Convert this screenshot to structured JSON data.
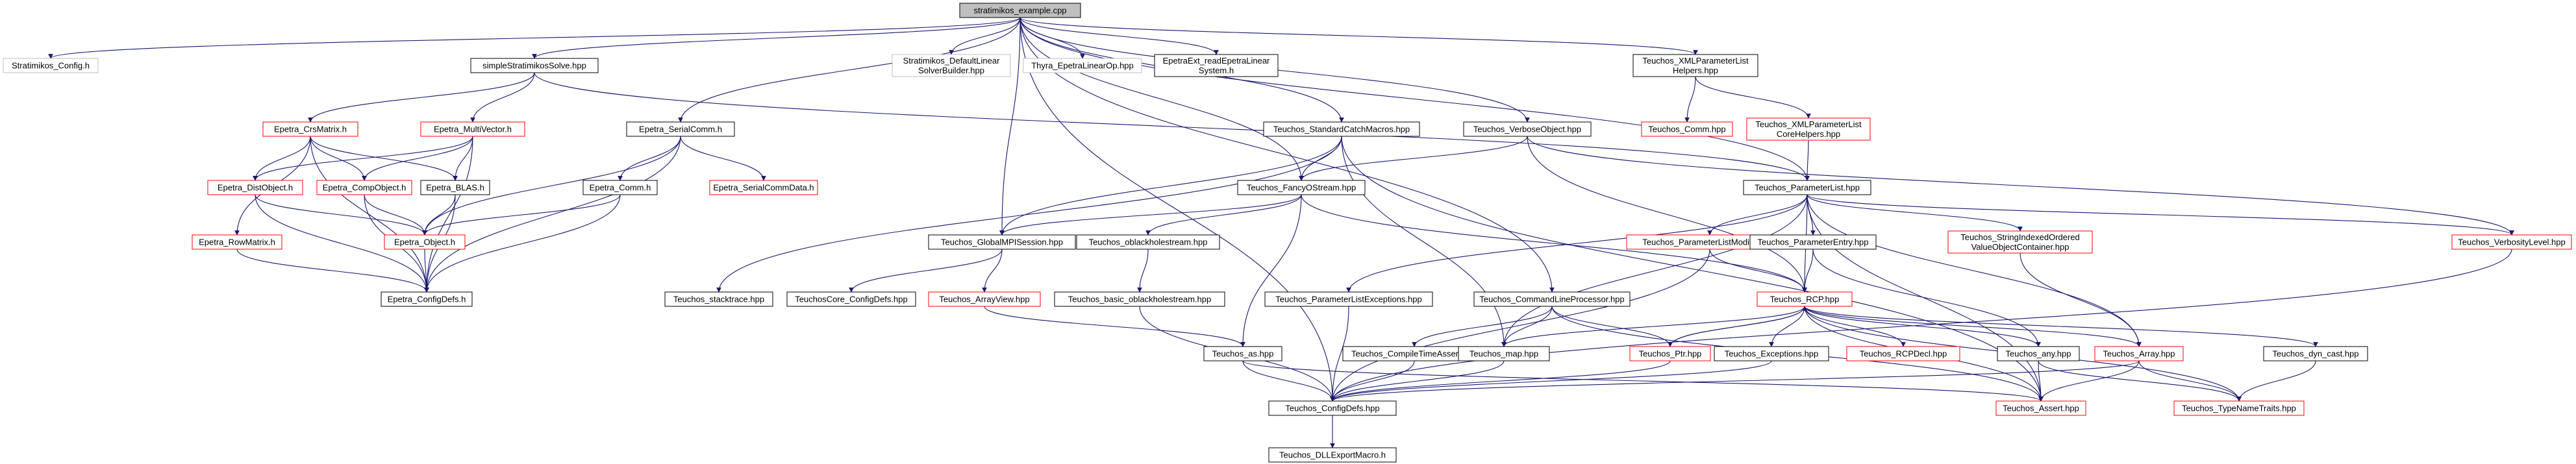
{
  "colors": {
    "default_border": "#000000",
    "truncated_border": "#ff0000",
    "external_border": "#bfbfbf",
    "root_fill": "#bfbfbf",
    "edge_direct": "#191970",
    "edge_indirect": "#8b1a1a"
  },
  "nodes": {
    "n_root": {
      "lines": [
        "stratimikos_example.cpp"
      ]
    },
    "n_strat_config": {
      "lines": [
        "Stratimikos_Config.h"
      ]
    },
    "n_simple_solve": {
      "lines": [
        "simpleStratimikosSolve.hpp"
      ]
    },
    "n_def_lin_solver": {
      "lines": [
        "Stratimikos_DefaultLinear",
        "SolverBuilder.hpp"
      ]
    },
    "n_thyra_op": {
      "lines": [
        "Thyra_EpetraLinearOp.hpp"
      ]
    },
    "n_epetraext_read": {
      "lines": [
        "EpetraExt_readEpetraLinear",
        "System.h"
      ]
    },
    "n_xml_pl_helpers": {
      "lines": [
        "Teuchos_XMLParameterList",
        "Helpers.hpp"
      ]
    },
    "n_crsmatrix": {
      "lines": [
        "Epetra_CrsMatrix.h"
      ]
    },
    "n_multivector": {
      "lines": [
        "Epetra_MultiVector.h"
      ]
    },
    "n_serialcomm": {
      "lines": [
        "Epetra_SerialComm.h"
      ]
    },
    "n_std_catch": {
      "lines": [
        "Teuchos_StandardCatchMacros.hpp"
      ]
    },
    "n_verbose_obj": {
      "lines": [
        "Teuchos_VerboseObject.hpp"
      ]
    },
    "n_teuchos_comm": {
      "lines": [
        "Teuchos_Comm.hpp"
      ]
    },
    "n_xml_core": {
      "lines": [
        "Teuchos_XMLParameterList",
        "CoreHelpers.hpp"
      ]
    },
    "n_distobject": {
      "lines": [
        "Epetra_DistObject.h"
      ]
    },
    "n_compobject": {
      "lines": [
        "Epetra_CompObject.h"
      ]
    },
    "n_blas": {
      "lines": [
        "Epetra_BLAS.h"
      ]
    },
    "n_comm": {
      "lines": [
        "Epetra_Comm.h"
      ]
    },
    "n_serialcommdata": {
      "lines": [
        "Epetra_SerialCommData.h"
      ]
    },
    "n_fancyostream": {
      "lines": [
        "Teuchos_FancyOStream.hpp"
      ]
    },
    "n_paramlist": {
      "lines": [
        "Teuchos_ParameterList.hpp"
      ]
    },
    "n_rowmatrix": {
      "lines": [
        "Epetra_RowMatrix.h"
      ]
    },
    "n_object": {
      "lines": [
        "Epetra_Object.h"
      ]
    },
    "n_epetra_configdefs": {
      "lines": [
        "Epetra_ConfigDefs.h"
      ]
    },
    "n_globalmpi": {
      "lines": [
        "Teuchos_GlobalMPISession.hpp"
      ]
    },
    "n_oblackhole": {
      "lines": [
        "Teuchos_oblackholestream.hpp"
      ]
    },
    "n_pl_modifier": {
      "lines": [
        "Teuchos_ParameterListModifier.hpp"
      ]
    },
    "n_param_entry": {
      "lines": [
        "Teuchos_ParameterEntry.hpp"
      ]
    },
    "n_string_indexed": {
      "lines": [
        "Teuchos_StringIndexedOrdered",
        "ValueObjectContainer.hpp"
      ]
    },
    "n_verbosity": {
      "lines": [
        "Teuchos_VerbosityLevel.hpp"
      ]
    },
    "n_stacktrace": {
      "lines": [
        "Teuchos_stacktrace.hpp"
      ]
    },
    "n_tcore_configdefs": {
      "lines": [
        "TeuchosCore_ConfigDefs.hpp"
      ]
    },
    "n_arrayview": {
      "lines": [
        "Teuchos_ArrayView.hpp"
      ]
    },
    "n_basic_oblackhole": {
      "lines": [
        "Teuchos_basic_oblackholestream.hpp"
      ]
    },
    "n_pl_exceptions": {
      "lines": [
        "Teuchos_ParameterListExceptions.hpp"
      ]
    },
    "n_cmdline": {
      "lines": [
        "Teuchos_CommandLineProcessor.hpp"
      ]
    },
    "n_rcp": {
      "lines": [
        "Teuchos_RCP.hpp"
      ]
    },
    "n_compiletime": {
      "lines": [
        "Teuchos_CompileTimeAssert.hpp"
      ]
    },
    "n_map": {
      "lines": [
        "Teuchos_map.hpp"
      ]
    },
    "n_ptr": {
      "lines": [
        "Teuchos_Ptr.hpp"
      ]
    },
    "n_exceptions": {
      "lines": [
        "Teuchos_Exceptions.hpp"
      ]
    },
    "n_rcpdecl": {
      "lines": [
        "Teuchos_RCPDecl.hpp"
      ]
    },
    "n_any": {
      "lines": [
        "Teuchos_any.hpp"
      ]
    },
    "n_array": {
      "lines": [
        "Teuchos_Array.hpp"
      ]
    },
    "n_dyn_cast": {
      "lines": [
        "Teuchos_dyn_cast.hpp"
      ]
    },
    "n_as": {
      "lines": [
        "Teuchos_as.hpp"
      ]
    },
    "n_configdefs": {
      "lines": [
        "Teuchos_ConfigDefs.hpp"
      ]
    },
    "n_assert": {
      "lines": [
        "Teuchos_Assert.hpp"
      ]
    },
    "n_typenametraits": {
      "lines": [
        "Teuchos_TypeNameTraits.hpp"
      ]
    },
    "n_dllexport": {
      "lines": [
        "Teuchos_DLLExportMacro.h"
      ]
    }
  }
}
